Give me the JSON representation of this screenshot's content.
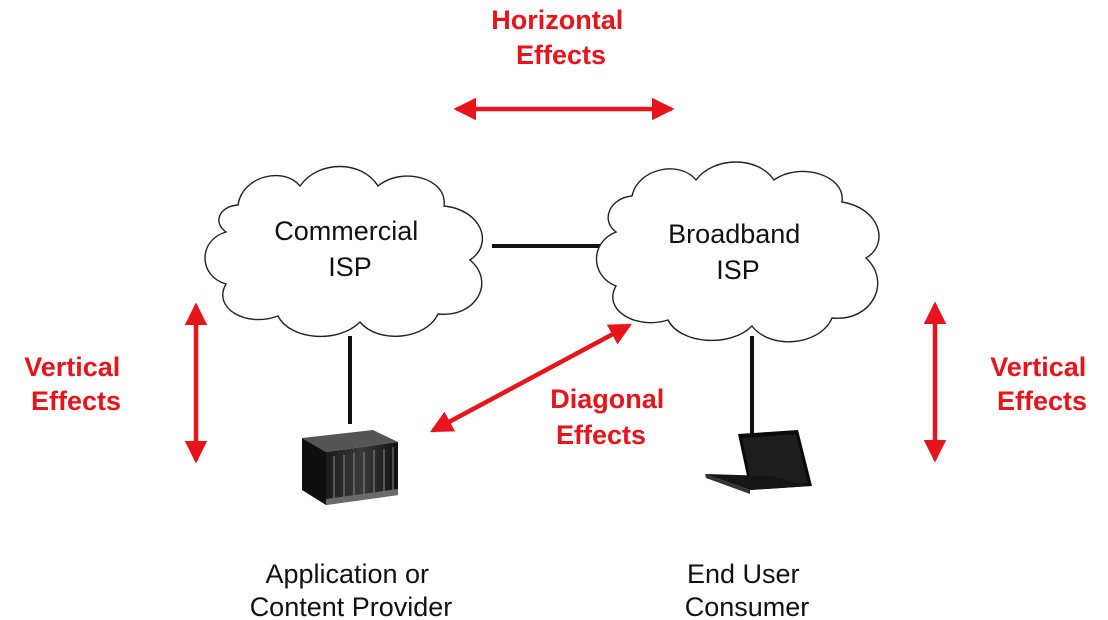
{
  "colors": {
    "effect_red": "#e8141b",
    "line_black": "#111111"
  },
  "labels": {
    "horizontal": [
      "Horizontal",
      "Effects"
    ],
    "vertical_left": [
      "Vertical",
      "Effects"
    ],
    "vertical_right": [
      "Vertical",
      "Effects"
    ],
    "diagonal": [
      "Diagonal",
      "Effects"
    ]
  },
  "nodes": {
    "commercial_isp": [
      "Commercial",
      "ISP"
    ],
    "broadband_isp": [
      "Broadband",
      "ISP"
    ],
    "application_provider": [
      "Application or",
      "Content Provider"
    ],
    "end_user": [
      "End User",
      "Consumer"
    ]
  },
  "icons": {
    "server": "server-rack-icon",
    "laptop": "laptop-icon",
    "cloud": "cloud-icon"
  }
}
